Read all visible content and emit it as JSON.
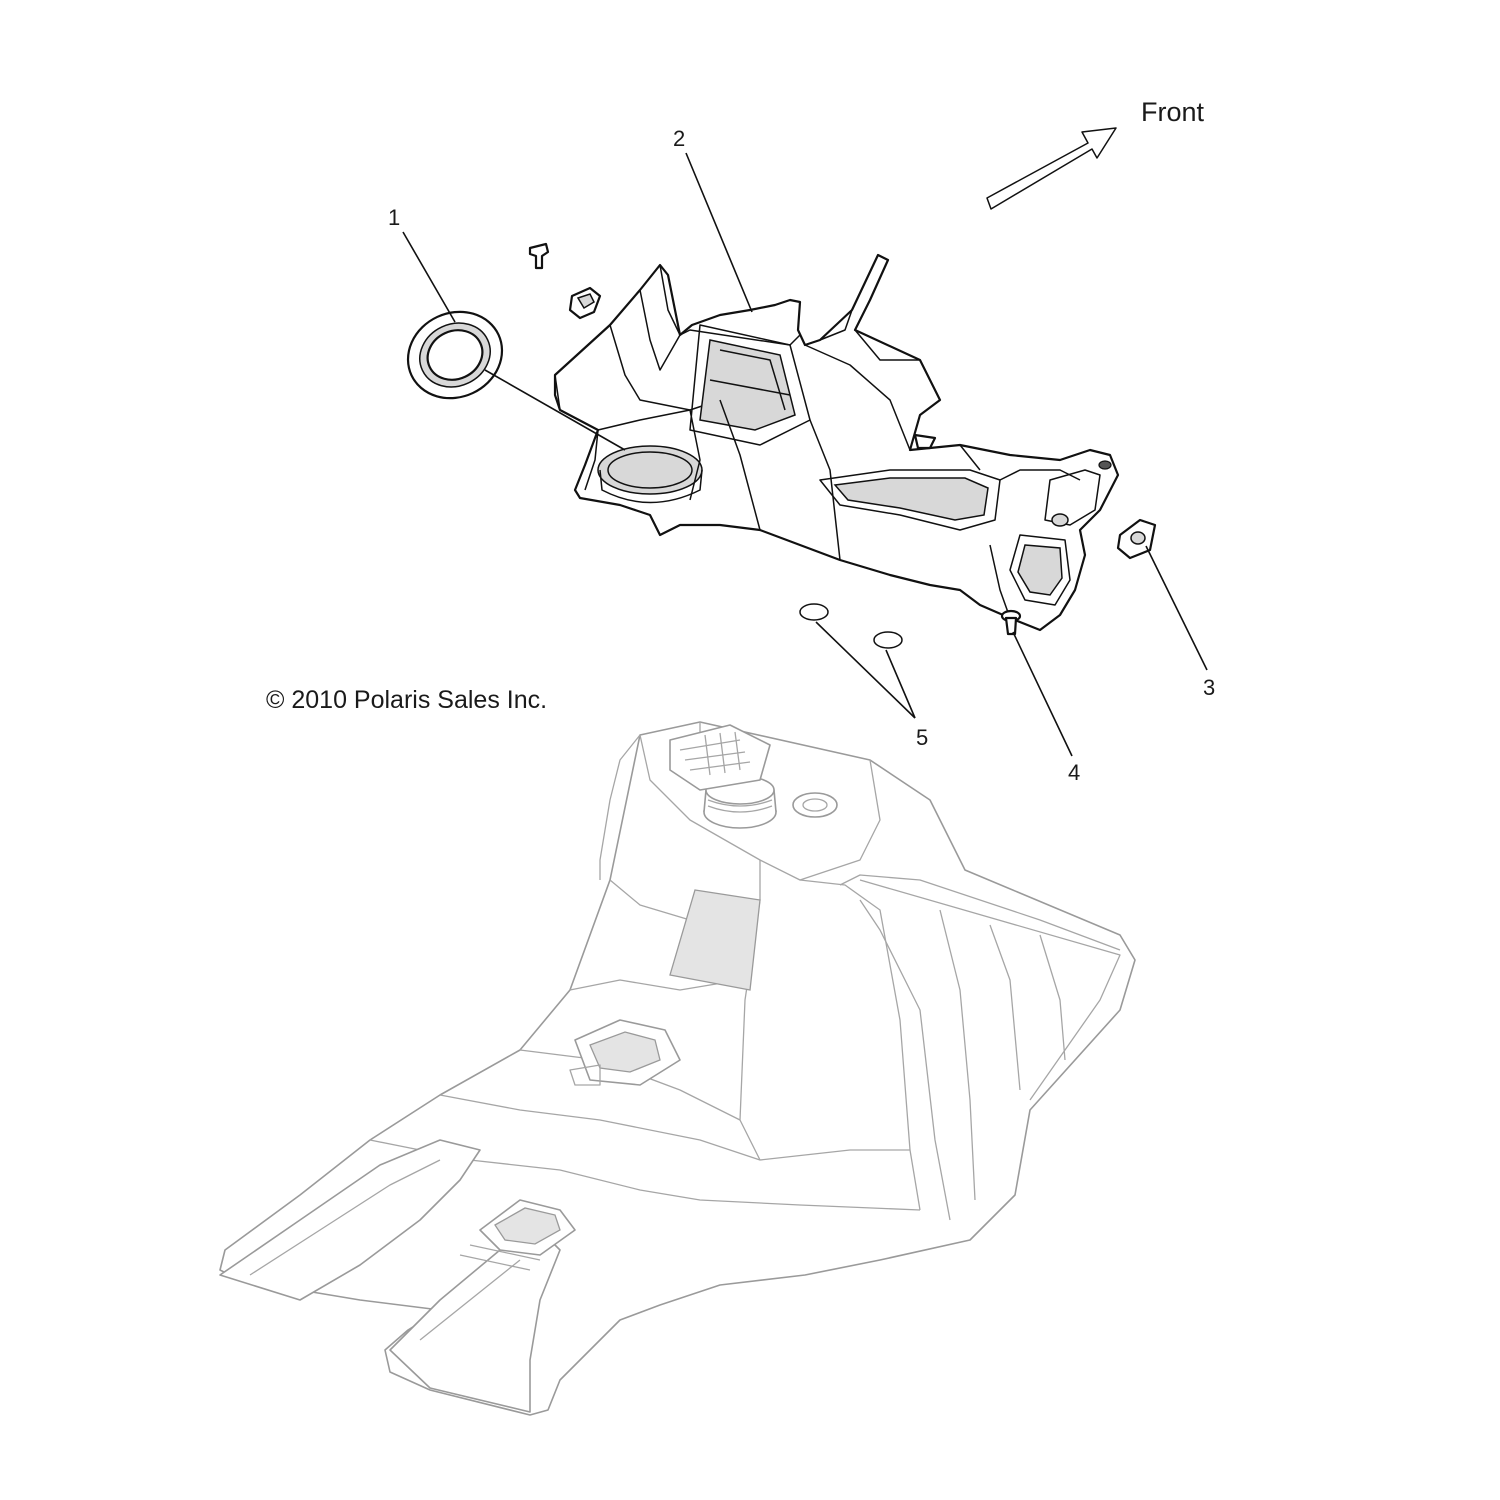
{
  "diagram": {
    "direction_label": "Front",
    "copyright": "© 2010 Polaris Sales Inc.",
    "callouts": [
      {
        "id": "1",
        "label": "1"
      },
      {
        "id": "2",
        "label": "2"
      },
      {
        "id": "3",
        "label": "3"
      },
      {
        "id": "4",
        "label": "4"
      },
      {
        "id": "5",
        "label": "5"
      }
    ]
  },
  "colors": {
    "line": "#111111",
    "ghost_line": "#9a9a9a",
    "background": "#ffffff"
  }
}
